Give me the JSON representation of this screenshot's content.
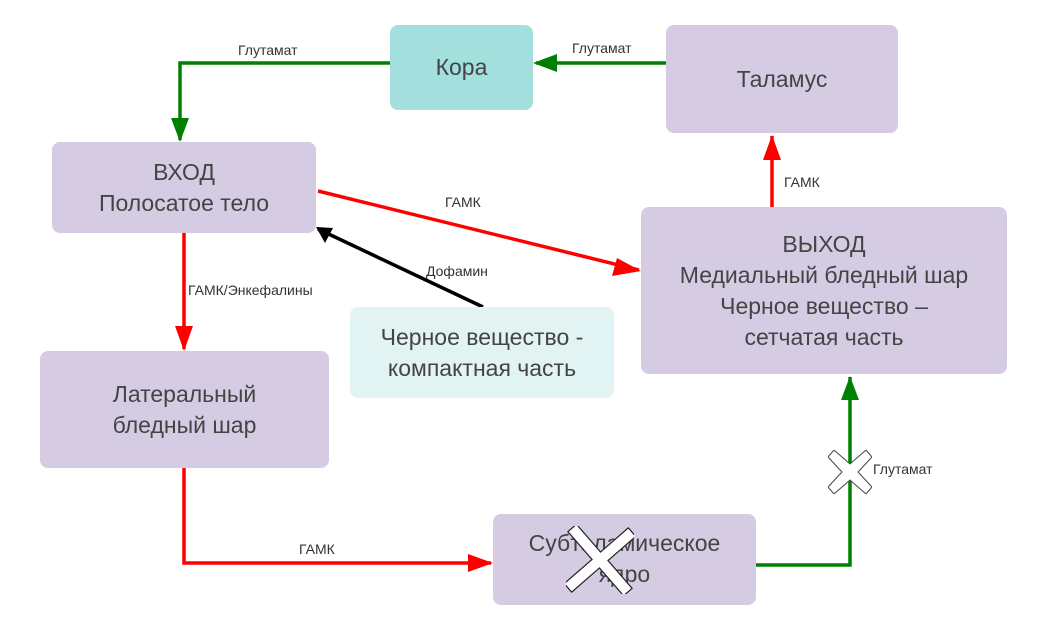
{
  "diagram": {
    "title": "Basal ganglia circuit",
    "colors": {
      "excitatory": "#008000",
      "inhibitory": "#ff0000",
      "modulatory": "#000000",
      "node_default": "#d5cce4",
      "node_cortex": "#a2dfdd",
      "node_snc": "#e1f3f3"
    },
    "nodes": {
      "cortex": {
        "lines": [
          "Кора"
        ]
      },
      "thalamus": {
        "lines": [
          "Таламус"
        ]
      },
      "striatum": {
        "lines": [
          "ВХОД",
          "Полосатое тело"
        ]
      },
      "output": {
        "lines": [
          "ВЫХОД",
          "Медиальный бледный шар",
          "Черное вещество –",
          "сетчатая часть"
        ]
      },
      "snc": {
        "lines": [
          "Черное вещество -",
          "компактная часть"
        ]
      },
      "gpe": {
        "lines": [
          "Латеральный",
          "бледный шар"
        ]
      },
      "stn": {
        "lines": [
          "Субталамическое",
          "ядро"
        ],
        "blocked": true
      }
    },
    "edges": [
      {
        "from": "cortex",
        "to": "striatum",
        "label": "Глутамат",
        "type": "excitatory"
      },
      {
        "from": "thalamus",
        "to": "cortex",
        "label": "Глутамат",
        "type": "excitatory"
      },
      {
        "from": "output",
        "to": "thalamus",
        "label": "ГАМК",
        "type": "inhibitory"
      },
      {
        "from": "striatum",
        "to": "output",
        "label": "ГАМК",
        "type": "inhibitory"
      },
      {
        "from": "snc",
        "to": "striatum",
        "label": "Дофамин",
        "type": "modulatory"
      },
      {
        "from": "striatum",
        "to": "gpe",
        "label": "ГАМК/Энкефалины",
        "type": "inhibitory"
      },
      {
        "from": "gpe",
        "to": "stn",
        "label": "ГАМК",
        "type": "inhibitory"
      },
      {
        "from": "stn",
        "to": "output",
        "label": "Глутамат",
        "type": "excitatory",
        "blocked": true
      }
    ]
  }
}
